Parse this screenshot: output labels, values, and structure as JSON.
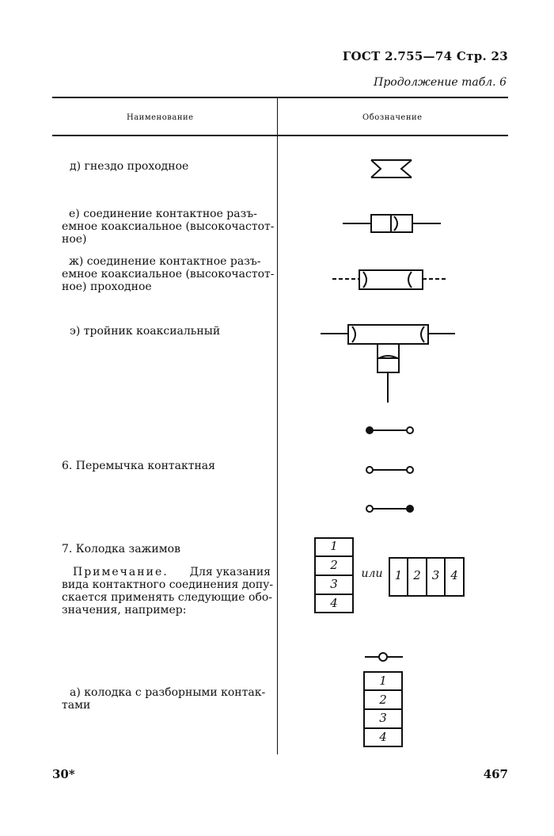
{
  "header": {
    "gost": "ГОСТ 2.755—74 Стр. 23",
    "continuation": "Продолжение табл. 6"
  },
  "table": {
    "col_name": "Наименование",
    "col_symbol": "Обозначение"
  },
  "rows": {
    "d": "д) гнездо проходное",
    "e_1": "е) соединение контактное разъ-",
    "e_2": "емное коаксиальное (высокочастот-",
    "e_3": "ное)",
    "zh_1": "ж) соединение контактное разъ-",
    "zh_2": "емное коаксиальное (высокочастот-",
    "zh_3": "ное) проходное",
    "z": "э) тройник коаксиальный",
    "item6": "6. Перемычка контактная",
    "item7": "7. Колодка зажимов",
    "note_word": "Примечание.",
    "note_1_rest": "Для указания",
    "note_2": "вида контактного соединения допу-",
    "note_3": "скается применять следующие обо-",
    "note_4": "значения, например:",
    "a_1": "а) колодка с разборными контак-",
    "a_2": "тами"
  },
  "terminal_block": {
    "vertical": [
      "1",
      "2",
      "3",
      "4"
    ],
    "or_word": "или",
    "horizontal": [
      "1",
      "2",
      "3",
      "4"
    ],
    "sample": [
      "1",
      "2",
      "3",
      "4"
    ]
  },
  "footer": {
    "left": "30*",
    "right": "467"
  }
}
